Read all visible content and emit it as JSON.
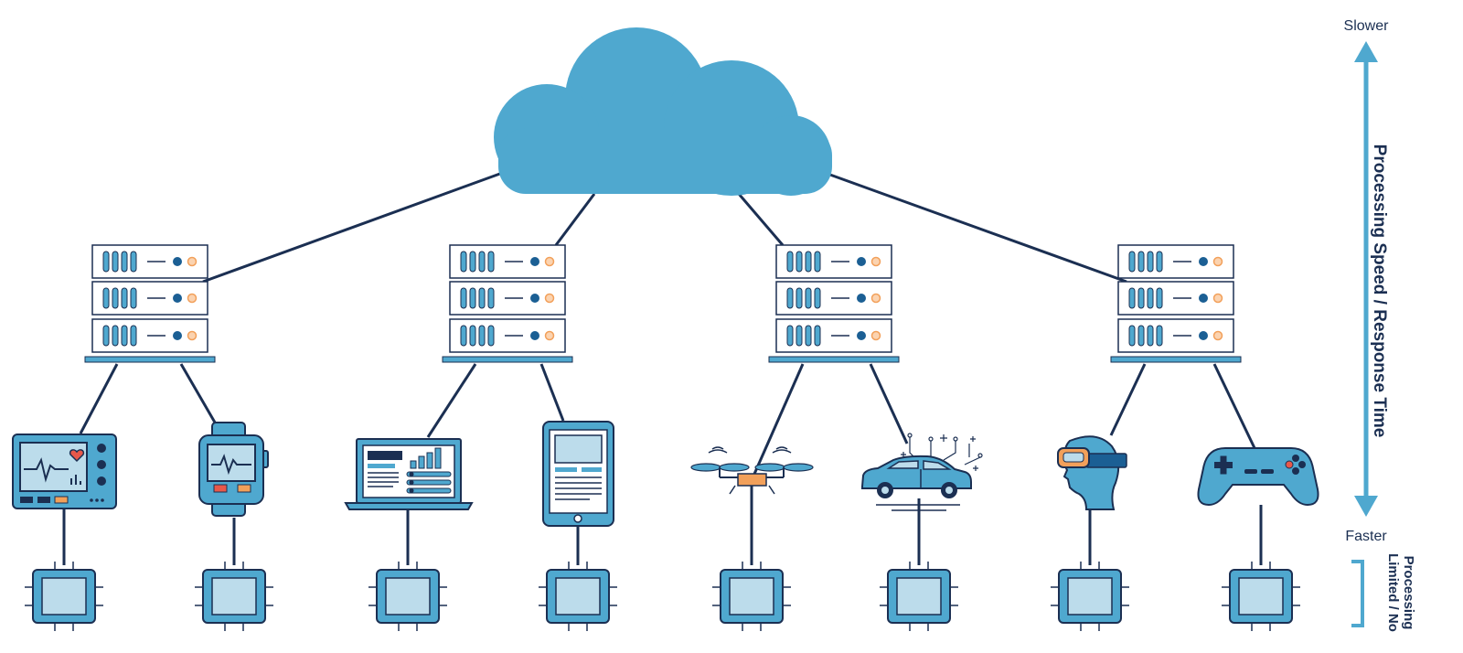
{
  "axis": {
    "top_label": "Slower",
    "bottom_label": "Faster",
    "title": "Processing Speed / Response Time",
    "bracket_label_line1": "Limited / No",
    "bracket_label_line2": "Processing"
  },
  "tiers": {
    "top": "cloud-icon",
    "middle": [
      "server-rack-icon",
      "server-rack-icon",
      "server-rack-icon",
      "server-rack-icon"
    ],
    "devices": [
      "patient-monitor-icon",
      "smartwatch-icon",
      "laptop-icon",
      "tablet-icon",
      "drone-icon",
      "connected-car-icon",
      "vr-headset-icon",
      "game-controller-icon"
    ],
    "bottom": "microchip-icon"
  },
  "colors": {
    "primary_blue": "#4fa8cf",
    "light_blue": "#bcdceb",
    "dark_navy": "#1b2f52",
    "accent_orange": "#f2a05a",
    "accent_red": "#e8584a"
  }
}
